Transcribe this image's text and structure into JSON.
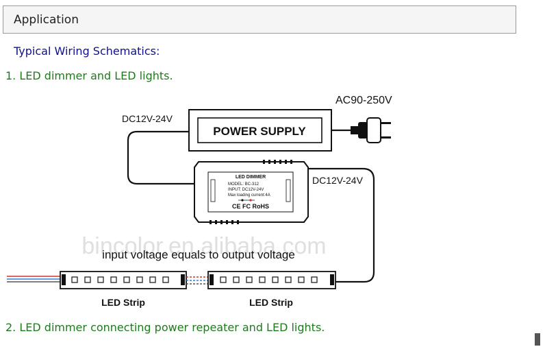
{
  "header": {
    "title": "Application"
  },
  "subheading": "Typical Wiring Schematics:",
  "steps": [
    {
      "text": "1. LED dimmer and LED lights."
    },
    {
      "text": "2. LED dimmer connecting power repeater and LED lights."
    }
  ],
  "diagram": {
    "power_supply_label": "POWER SUPPLY",
    "ac_input_label": "AC90-250V",
    "dc_output_label_left": "DC12V-24V",
    "dc_output_label_right": "DC12V-24V",
    "dimmer": {
      "title": "LED DIMMER",
      "model": "MODEL:  BC-312",
      "input": "INPUT:   DC12V-24V",
      "max_current": "Max loading current:4A",
      "marks": "CE FC RoHS"
    },
    "note": "input voltage equals to output voltage",
    "strips": [
      {
        "label": "LED Strip"
      },
      {
        "label": "LED Strip"
      }
    ],
    "watermark": "bincolor.en.alibaba.com",
    "colors": {
      "wire": "#111111",
      "red_wire": "#d23030",
      "blue_wire": "#3a7fd0",
      "accent_text": "#10108a",
      "step_text": "#1f7a1f"
    }
  }
}
